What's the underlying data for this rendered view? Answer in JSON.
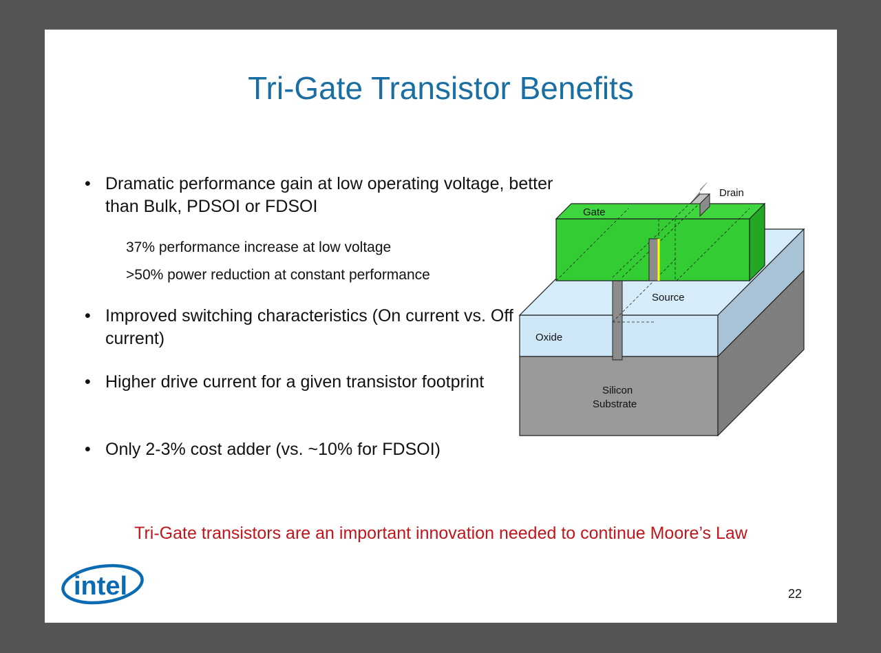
{
  "slide": {
    "title": "Tri-Gate Transistor Benefits",
    "bullets": [
      {
        "text": "Dramatic performance gain at low operating voltage, better than Bulk, PDSOI or FDSOI",
        "sub": [
          "37% performance increase at low voltage",
          ">50% power reduction at constant performance"
        ]
      },
      {
        "text": "Improved switching characteristics (On current vs. Off current)"
      },
      {
        "text": "Higher drive current for a given transistor footprint"
      },
      {
        "text": "Only 2-3% cost adder (vs. ~10% for FDSOI)"
      }
    ],
    "bullet_glyph": "•",
    "tagline": "Tri-Gate transistors are an important innovation needed to continue Moore’s Law",
    "page_number": "22",
    "logo_text": "intel"
  },
  "diagram": {
    "labels": {
      "drain": "Drain",
      "gate": "Gate",
      "source": "Source",
      "oxide": "Oxide",
      "substrate_line1": "Silicon",
      "substrate_line2": "Substrate"
    }
  },
  "colors": {
    "title": "#1a6ea2",
    "tagline": "#c0161b",
    "gate": "#33cc33",
    "oxide": "#cfe8f7",
    "substrate": "#9a9a9a",
    "fin": "#8c8c8c",
    "fin_edge": "#ffff00",
    "logo": "#0a6bb3"
  }
}
